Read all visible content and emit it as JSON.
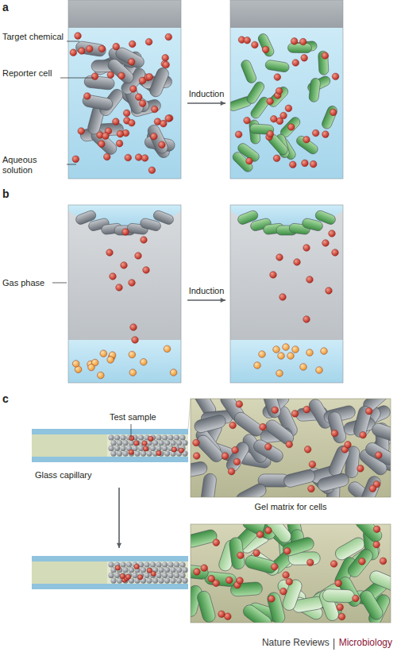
{
  "diagram": {
    "labels": [
      "a",
      "Target chemical",
      "Reporter cell",
      "Aqueous solution",
      "Induction",
      "b",
      "Gas phase",
      "Induction",
      "c",
      "Test sample",
      "Glass capillary",
      "Gel matrix for cells",
      "Nature Reviews",
      "Microbiology"
    ]
  }
}
